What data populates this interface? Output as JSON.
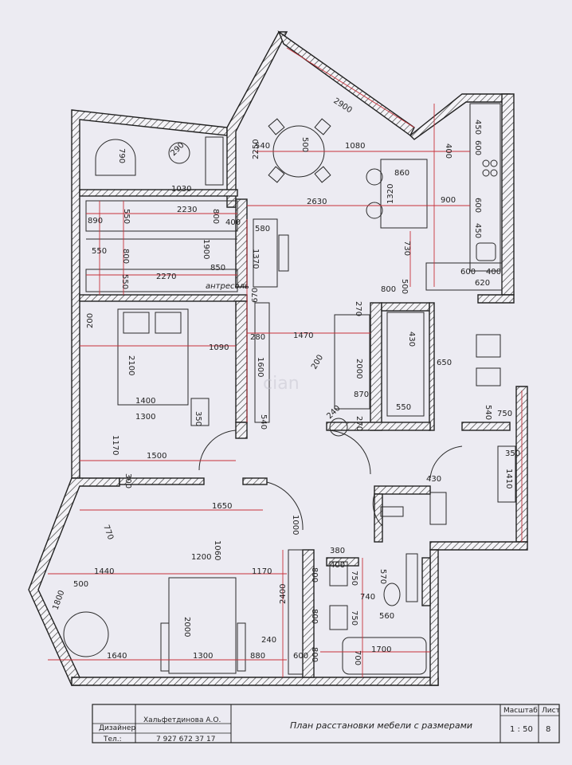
{
  "plan": {
    "title_block": {
      "designer_label": "Дизайнер",
      "designer_name": "Хальфетдинова А.О.",
      "phone_label": "Тел.:",
      "phone": "7 927 672 37 17",
      "drawing_title": "План расстановки мебели с размерами",
      "scale_label": "Масштаб",
      "scale_value": "1 : 50",
      "sheet_label": "Лист",
      "sheet_value": "8"
    },
    "notes": {
      "mezzanine": "антресоль",
      "watermark": "cian"
    },
    "dimensions": {
      "d2900": "2900",
      "d450a": "450",
      "d600a": "600",
      "d500": "500",
      "d1080": "1080",
      "d540": "540",
      "d2250": "2250",
      "d400a": "400",
      "d860": "860",
      "d1320": "1320",
      "d900": "900",
      "d600b": "600",
      "d450b": "450",
      "d790": "790",
      "d290": "290",
      "d1030": "1030",
      "d2230": "2230",
      "d890": "890",
      "d550a": "550",
      "d800a": "800",
      "d400b": "400",
      "d2630": "2630",
      "d580": "580",
      "d1900": "1900",
      "d550b": "550",
      "d800b": "800",
      "d1370": "1370",
      "d730": "730",
      "d850": "850",
      "d2270": "2270",
      "d550c": "550",
      "d800c": "800",
      "d500b": "500",
      "d600c": "600",
      "d620": "620",
      "d400c": "400",
      "d670": "670",
      "d270a": "270",
      "d200a": "200",
      "d1090": "1090",
      "d2100": "2100",
      "d280": "280",
      "d1470": "1470",
      "d430": "430",
      "d1600": "1600",
      "d2000a": "2000",
      "d650": "650",
      "d200b": "200",
      "d1400": "1400",
      "d1300a": "1300",
      "d350a": "350",
      "d870": "870",
      "d550d": "550",
      "d540b": "540",
      "d750a": "750",
      "d540c": "540",
      "d240": "240",
      "d270b": "270",
      "d1170a": "1170",
      "d1500": "1500",
      "d350b": "350",
      "d1410": "1410",
      "d300": "300",
      "d430b": "430",
      "d1650": "1650",
      "d1000": "1000",
      "d1200": "1200",
      "d770": "770",
      "d1060": "1060",
      "d380": "380",
      "d400d": "400",
      "d1440": "1440",
      "d1170b": "1170",
      "d800d": "800",
      "d750b": "750",
      "d570": "570",
      "d500c": "500",
      "d740": "740",
      "d2400": "2400",
      "d800e": "800",
      "d750c": "750",
      "d560": "560",
      "d2000b": "2000",
      "d1800": "1800",
      "d240b": "240",
      "d1640": "1640",
      "d1300b": "1300",
      "d880": "880",
      "d600d": "600",
      "d800f": "800",
      "d700": "700",
      "d1700": "1700"
    }
  }
}
